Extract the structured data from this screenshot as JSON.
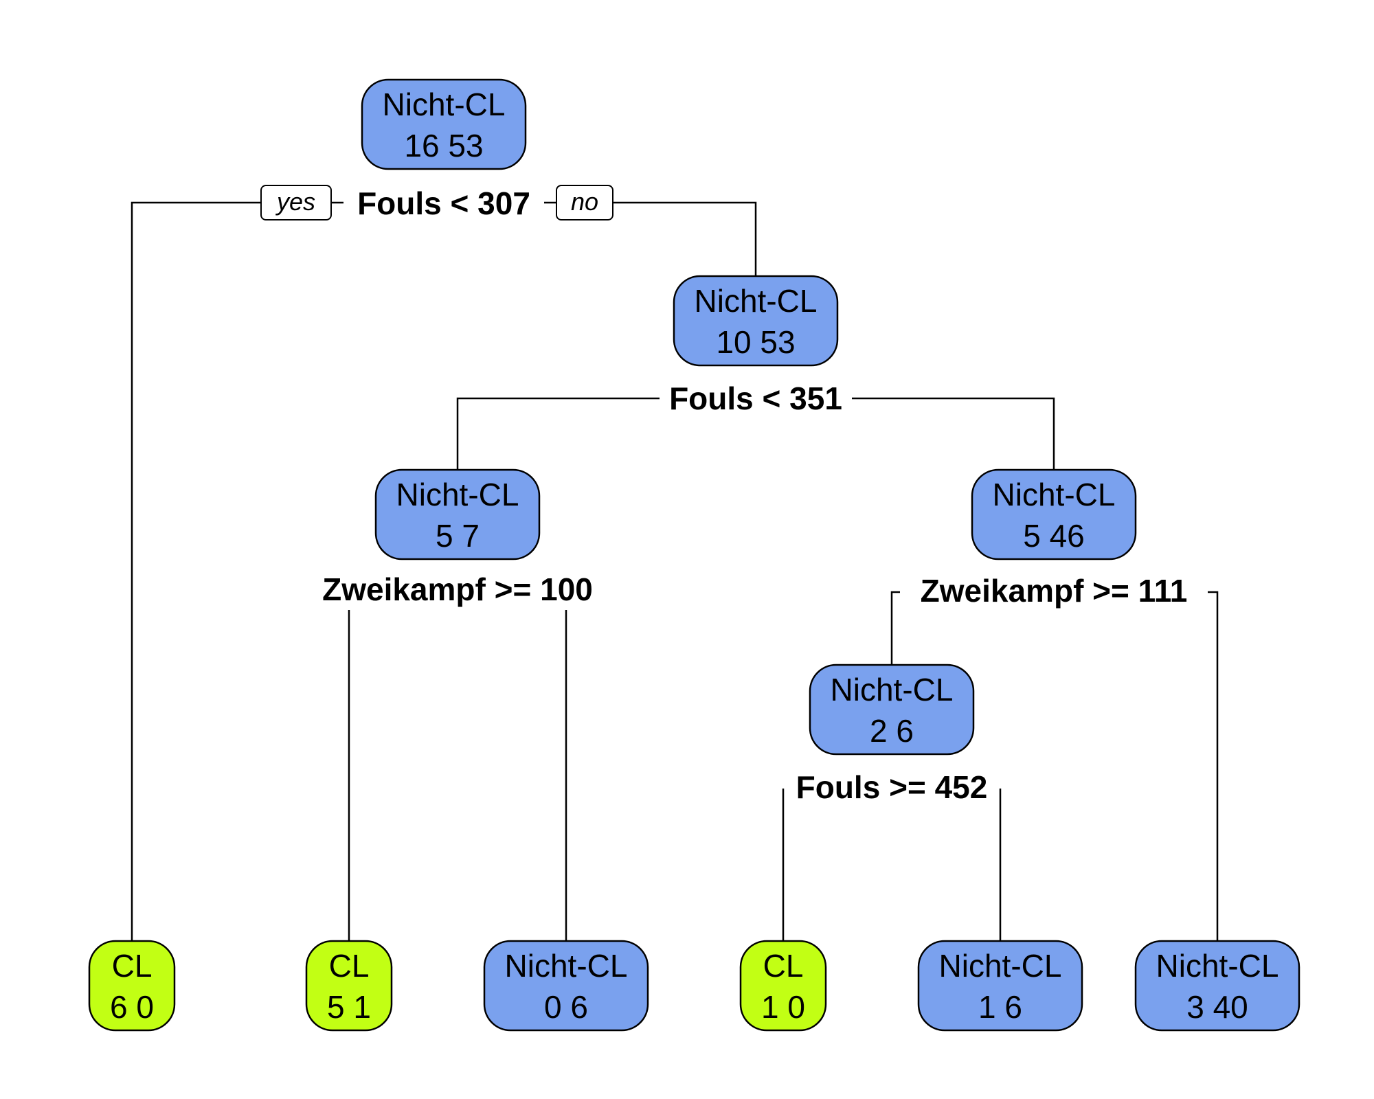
{
  "colors": {
    "node_nicht_cl": "#7aa1ee",
    "node_cl": "#c2ff14"
  },
  "branch_tags": {
    "yes": "yes",
    "no": "no"
  },
  "nodes": {
    "n1": {
      "label": "Nicht-CL",
      "counts": "16  53",
      "class": "nicht"
    },
    "n3": {
      "label": "Nicht-CL",
      "counts": "10  53",
      "class": "nicht"
    },
    "n6": {
      "label": "Nicht-CL",
      "counts": "5  7",
      "class": "nicht"
    },
    "n7": {
      "label": "Nicht-CL",
      "counts": "5  46",
      "class": "nicht"
    },
    "n14": {
      "label": "Nicht-CL",
      "counts": "2  6",
      "class": "nicht"
    },
    "n2": {
      "label": "CL",
      "counts": "6  0",
      "class": "cl"
    },
    "n12": {
      "label": "CL",
      "counts": "5  1",
      "class": "cl"
    },
    "n13": {
      "label": "Nicht-CL",
      "counts": "0  6",
      "class": "nicht"
    },
    "n28": {
      "label": "CL",
      "counts": "1  0",
      "class": "cl"
    },
    "n29": {
      "label": "Nicht-CL",
      "counts": "1  6",
      "class": "nicht"
    },
    "n15": {
      "label": "Nicht-CL",
      "counts": "3  40",
      "class": "nicht"
    }
  },
  "splits": {
    "s1": "Fouls < 307",
    "s3": "Fouls < 351",
    "s6": "Zweikampf >= 100",
    "s7": "Zweikampf >= 111",
    "s14": "Fouls >= 452"
  }
}
